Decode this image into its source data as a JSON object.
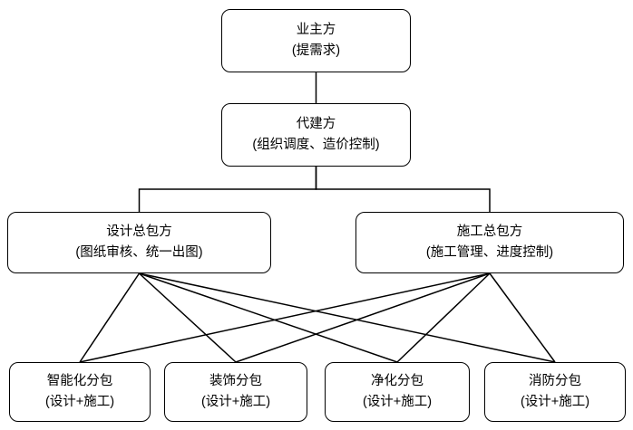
{
  "diagram": {
    "line_color": "#000000",
    "nodes": [
      {
        "id": "owner",
        "title": "业主方",
        "subtitle": "(提需求)"
      },
      {
        "id": "agent",
        "title": "代建方",
        "subtitle": "(组织调度、造价控制)"
      },
      {
        "id": "design",
        "title": "设计总包方",
        "subtitle": "(图纸审核、统一出图)"
      },
      {
        "id": "construction",
        "title": "施工总包方",
        "subtitle": "(施工管理、进度控制)"
      },
      {
        "id": "intelligent",
        "title": "智能化分包",
        "subtitle": "(设计+施工)"
      },
      {
        "id": "decoration",
        "title": "装饰分包",
        "subtitle": "(设计+施工)"
      },
      {
        "id": "purification",
        "title": "净化分包",
        "subtitle": "(设计+施工)"
      },
      {
        "id": "fire",
        "title": "消防分包",
        "subtitle": "(设计+施工)"
      }
    ],
    "edges": [
      {
        "from": "owner",
        "to": "agent",
        "type": "straight"
      },
      {
        "from": "agent",
        "to": "design",
        "type": "elbow",
        "midY": 209
      },
      {
        "from": "agent",
        "to": "construction",
        "type": "elbow",
        "midY": 209
      },
      {
        "from": "design",
        "to": "intelligent",
        "type": "straight"
      },
      {
        "from": "design",
        "to": "decoration",
        "type": "straight"
      },
      {
        "from": "design",
        "to": "purification",
        "type": "straight"
      },
      {
        "from": "design",
        "to": "fire",
        "type": "straight"
      },
      {
        "from": "construction",
        "to": "intelligent",
        "type": "straight"
      },
      {
        "from": "construction",
        "to": "decoration",
        "type": "straight"
      },
      {
        "from": "construction",
        "to": "purification",
        "type": "straight"
      },
      {
        "from": "construction",
        "to": "fire",
        "type": "straight"
      }
    ]
  }
}
